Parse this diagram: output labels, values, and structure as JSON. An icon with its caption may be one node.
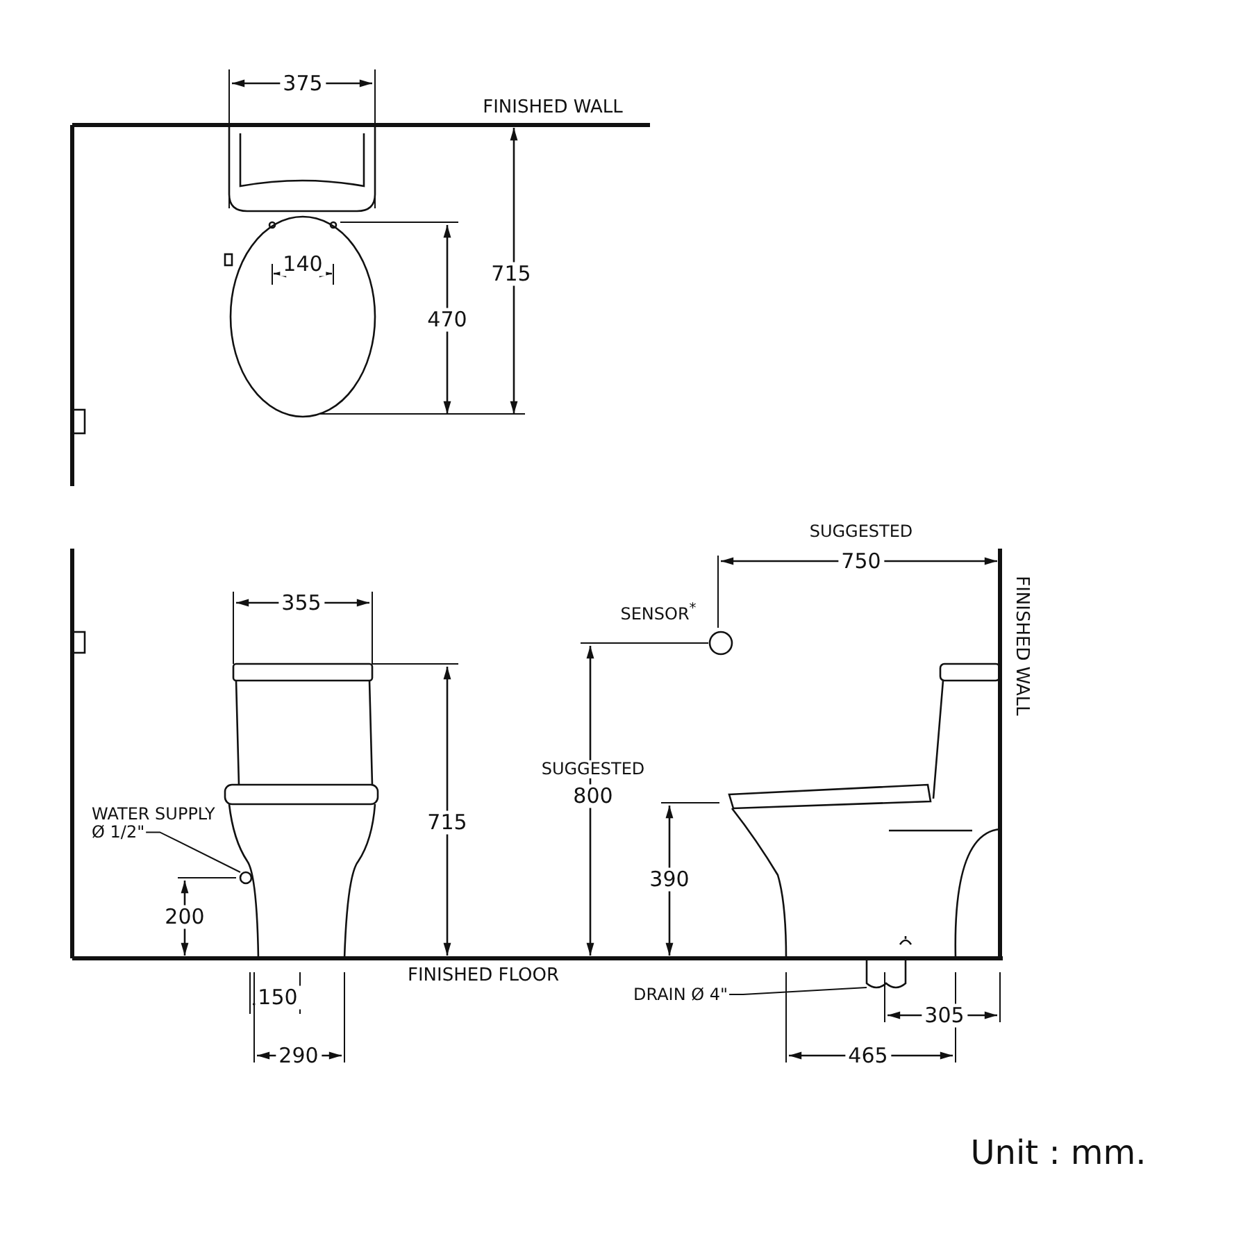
{
  "diagram": {
    "nodes": [
      {
        "text": [
          "WATER SUPPLY Ø 1/2\""
        ]
      },
      {
        "text": [],
        "shape": "circle"
      },
      {
        "text": [
          "DRAIN Ø 4\""
        ]
      },
      {
        "text": [],
        "shape": "box"
      }
    ],
    "edges": [
      {
        "from": 0,
        "to": 1,
        "arrow": "none"
      },
      {
        "from": 2,
        "to": 3,
        "arrow": "none"
      }
    ],
    "labels": [
      "375",
      "FINISHED WALL",
      "140",
      "715",
      "470",
      "355",
      "SUGGESTED",
      "750",
      "SENSOR$^{*}$",
      "FINISHED WALL",
      "SUGGESTED",
      "800",
      "715",
      "390",
      "200",
      "FINISHED FLOOR",
      "150",
      "305",
      "290",
      "465",
      "Unit : mm."
    ]
  }
}
